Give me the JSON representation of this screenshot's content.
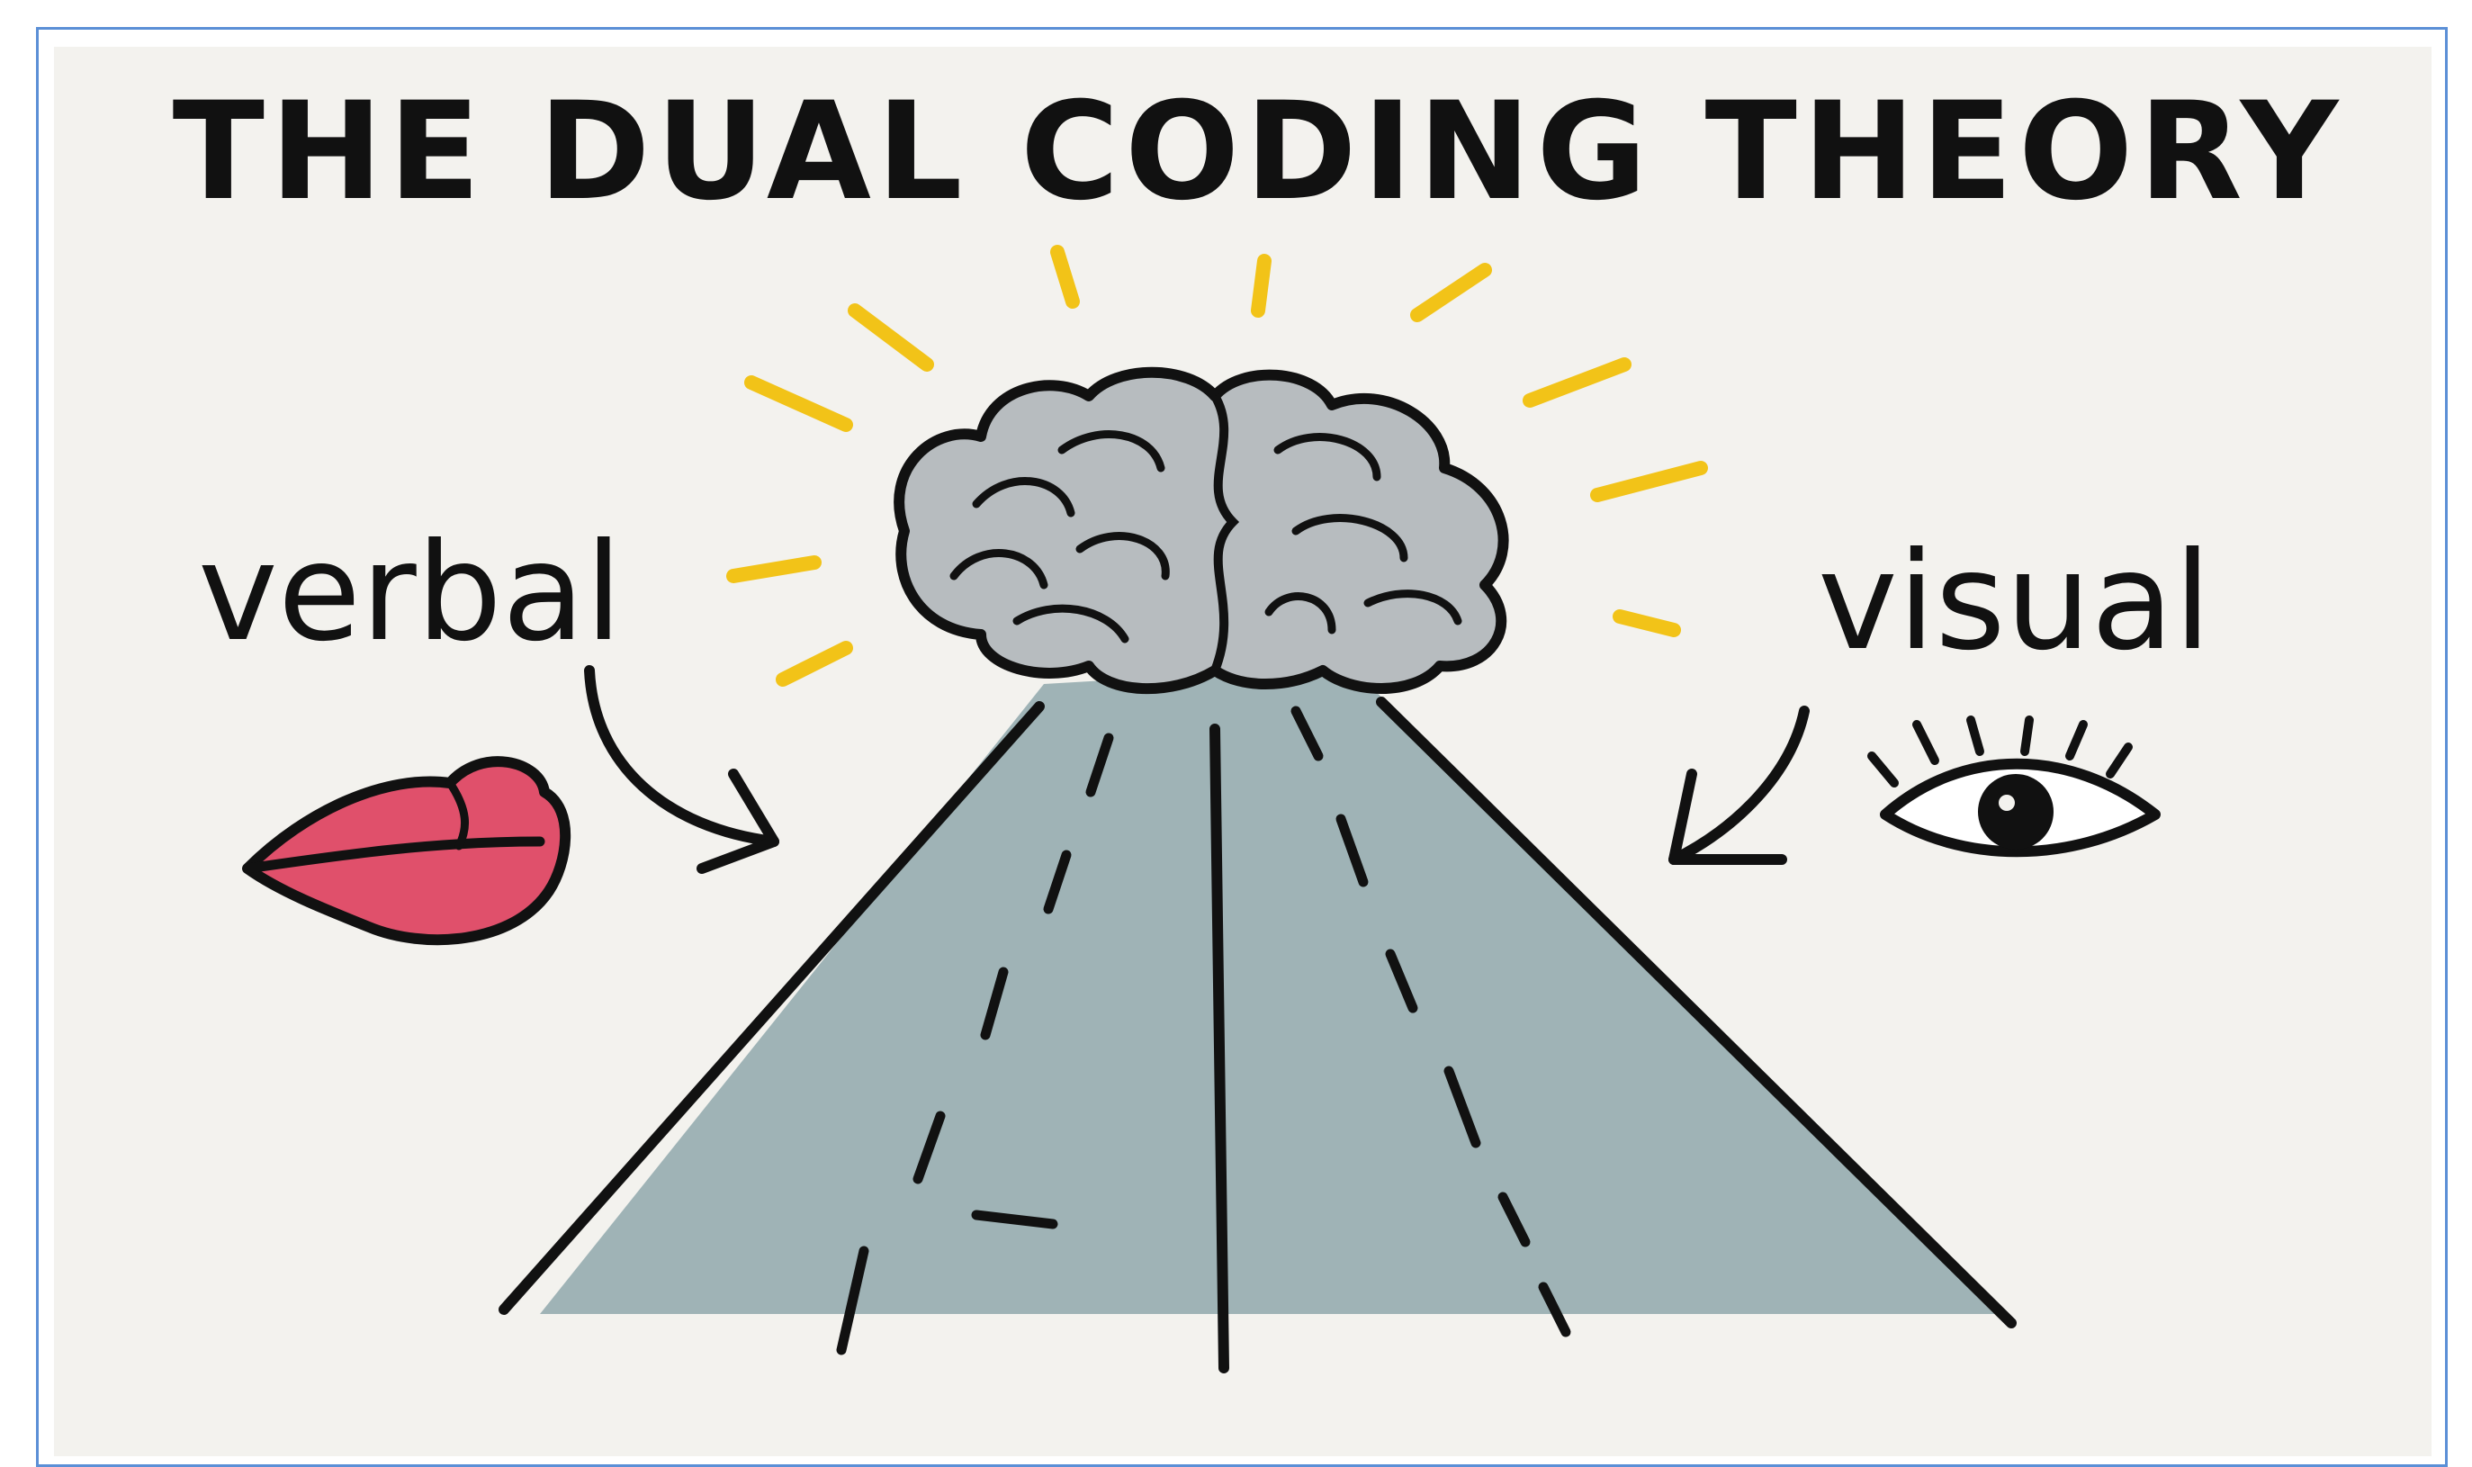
{
  "title": "THE DUAL CODING THEORY",
  "labels": {
    "left": "verbal",
    "right": "visual"
  },
  "colors": {
    "background": "#f3f2ee",
    "ink": "#111111",
    "road": "#8fa8ab",
    "brain": "#b7bcbf",
    "rays": "#f2c318",
    "lips": "#e0506b",
    "frame_border": "#5b8fd6"
  },
  "icons": [
    "lips-icon",
    "eye-icon",
    "brain-icon",
    "road-icon",
    "arrow-icon"
  ]
}
